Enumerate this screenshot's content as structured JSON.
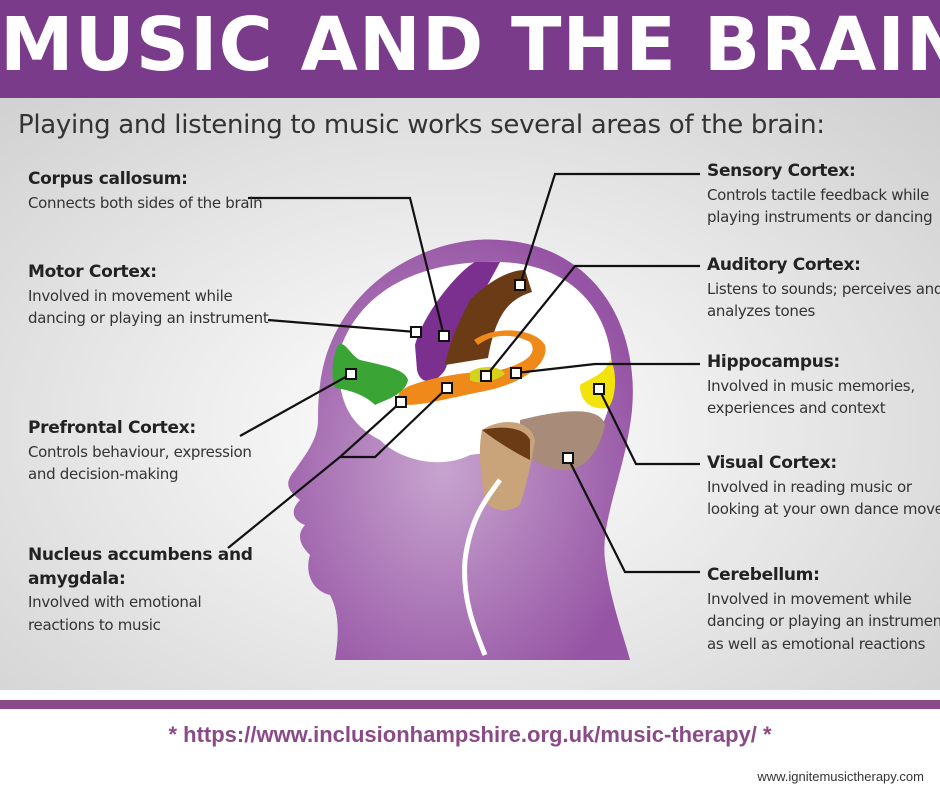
{
  "title": "MUSIC AND THE BRAIN",
  "subtitle": "Playing and listening to music works several areas of the brain:",
  "areas": {
    "corpus": {
      "name": "Corpus callosum:",
      "desc": [
        "Connects both sides of the brain"
      ]
    },
    "motor": {
      "name": "Motor Cortex:",
      "desc": [
        "Involved in movement while",
        "dancing or playing an instrument"
      ]
    },
    "prefrontal": {
      "name": "Prefrontal Cortex:",
      "desc": [
        "Controls behaviour, expression",
        "and decision-making"
      ]
    },
    "nucleus": {
      "name": [
        "Nucleus accumbens and",
        "amygdala:"
      ],
      "desc": [
        "Involved with emotional",
        "reactions to music"
      ]
    },
    "sensory": {
      "name": "Sensory Cortex:",
      "desc": [
        "Controls tactile feedback while",
        "playing instruments or dancing"
      ]
    },
    "auditory": {
      "name": "Auditory Cortex:",
      "desc": [
        "Listens to sounds; perceives and",
        "analyzes tones"
      ]
    },
    "hippocampus": {
      "name": "Hippocampus:",
      "desc": [
        "Involved in music memories,",
        "experiences and context"
      ]
    },
    "visual": {
      "name": "Visual Cortex:",
      "desc": [
        "Involved in reading music or",
        "looking at your own dance moves"
      ]
    },
    "cerebellum": {
      "name": "Cerebellum:",
      "desc": [
        "Involved in movement while",
        "dancing or playing an instrument,",
        "as well as emotional reactions"
      ]
    }
  },
  "url": "* https://www.inclusionhampshire.org.uk/music-therapy/ *",
  "footer": "www.ignitemusictherapy.com",
  "colors": {
    "purple": "#7a3b8b",
    "head": "#9b5aa8"
  }
}
